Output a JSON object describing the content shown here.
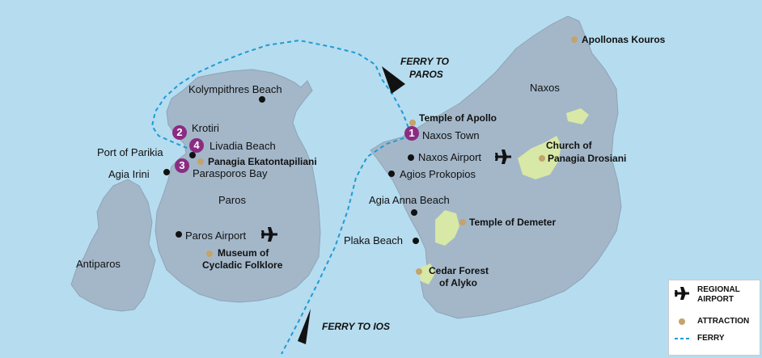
{
  "regions": {
    "naxos": "Naxos",
    "paros": "Paros",
    "antiparos": "Antiparos"
  },
  "places": {
    "kolympithres_beach": "Kolympithres Beach",
    "krotiri": "Krotiri",
    "livadia_beach": "Livadia Beach",
    "port_of_parikia": "Port of Parikia",
    "parasporos_bay": "Parasporos Bay",
    "agia_irini": "Agia Irini",
    "paros_airport": "Paros Airport",
    "naxos_town": "Naxos Town",
    "naxos_airport": "Naxos Airport",
    "agios_prokopios": "Agios Prokopios",
    "agia_anna_beach": "Agia Anna Beach",
    "plaka_beach": "Plaka Beach"
  },
  "attractions": {
    "apollonas_kouros": "Apollonas Kouros",
    "temple_of_apollo": "Temple of Apollo",
    "church_line1": "Church of",
    "church_line2": "Panagia Drosiani",
    "panagia_ekatontapiliani": "Panagia Ekatontapiliani",
    "temple_of_demeter": "Temple of Demeter",
    "museum_line1": "Museum of",
    "museum_line2": "Cycladic Folklore",
    "cedar_line1": "Cedar Forest",
    "cedar_line2": "of Alyko"
  },
  "ferries": {
    "to_paros_line1": "FERRY TO",
    "to_paros_line2": "PAROS",
    "to_ios": "FERRY TO IOS"
  },
  "stops": [
    "1",
    "2",
    "3",
    "4"
  ],
  "legend": {
    "airport_line1": "REGIONAL",
    "airport_line2": "AIRPORT",
    "attraction": "ATTRACTION",
    "ferry": "FERRY"
  },
  "colors": {
    "sea": "#b6dcef",
    "land": "#a3b7c9",
    "forest": "#d8e8a6",
    "attraction": "#c5a36a",
    "ferry_route": "#1f9bd4",
    "stop_marker": "#8b2c83"
  }
}
